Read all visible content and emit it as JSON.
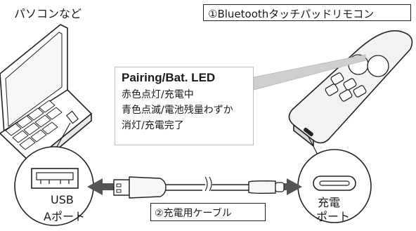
{
  "labels": {
    "pc": "パソコンなど",
    "remote": "①Bluetoothタッチパッドリモコン",
    "led": {
      "title": "Pairing/Bat. LED",
      "lines": [
        "赤色点灯/充電中",
        "青色点滅/電池残量わずか",
        "消灯/充電完了"
      ]
    },
    "usb_port": [
      "USB",
      "Aポート"
    ],
    "charge_port": [
      "充電",
      "ポート"
    ],
    "cable": "②充電用ケーブル"
  },
  "colors": {
    "outline": "#222222",
    "callout": "#bdbdbd",
    "arrow": "#555555",
    "remote_body": "#f2f2f2"
  },
  "icons": [
    "laptop-icon",
    "remote-icon",
    "usb-a-port-icon",
    "usb-c-port-icon",
    "usb-cable-icon"
  ]
}
